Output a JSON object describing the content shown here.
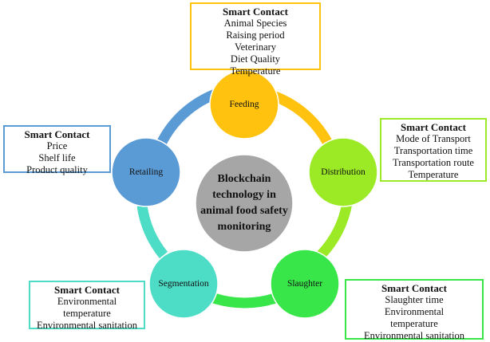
{
  "center_label": "Blockchain technology in animal food safety monitoring",
  "colors": {
    "feeding": "#FFC20E",
    "distribution": "#9BEA25",
    "slaughter": "#38E64A",
    "segmentation": "#4DDCC5",
    "retailing": "#5B9BD5",
    "center": "#A6A6A6"
  },
  "stages": [
    {
      "name": "Feeding",
      "box_title": "Smart Contact",
      "items": [
        "Animal Species",
        "Raising period",
        "Veterinary",
        "Diet Quality",
        "Temperature"
      ]
    },
    {
      "name": "Distribution",
      "box_title": "Smart Contact",
      "items": [
        "Mode of Transport",
        "Transportation time",
        "Transportation route",
        "Temperature"
      ]
    },
    {
      "name": "Slaughter",
      "box_title": "Smart Contact",
      "items": [
        "Slaughter time",
        "Environmental",
        "temperature",
        "Environmental sanitation"
      ]
    },
    {
      "name": "Segmentation",
      "box_title": "Smart Contact",
      "items": [
        "Environmental",
        "temperature",
        "Environmental sanitation"
      ]
    },
    {
      "name": "Retailing",
      "box_title": "Smart Contact",
      "items": [
        "Price",
        "Shelf life",
        "Product quality"
      ]
    }
  ]
}
